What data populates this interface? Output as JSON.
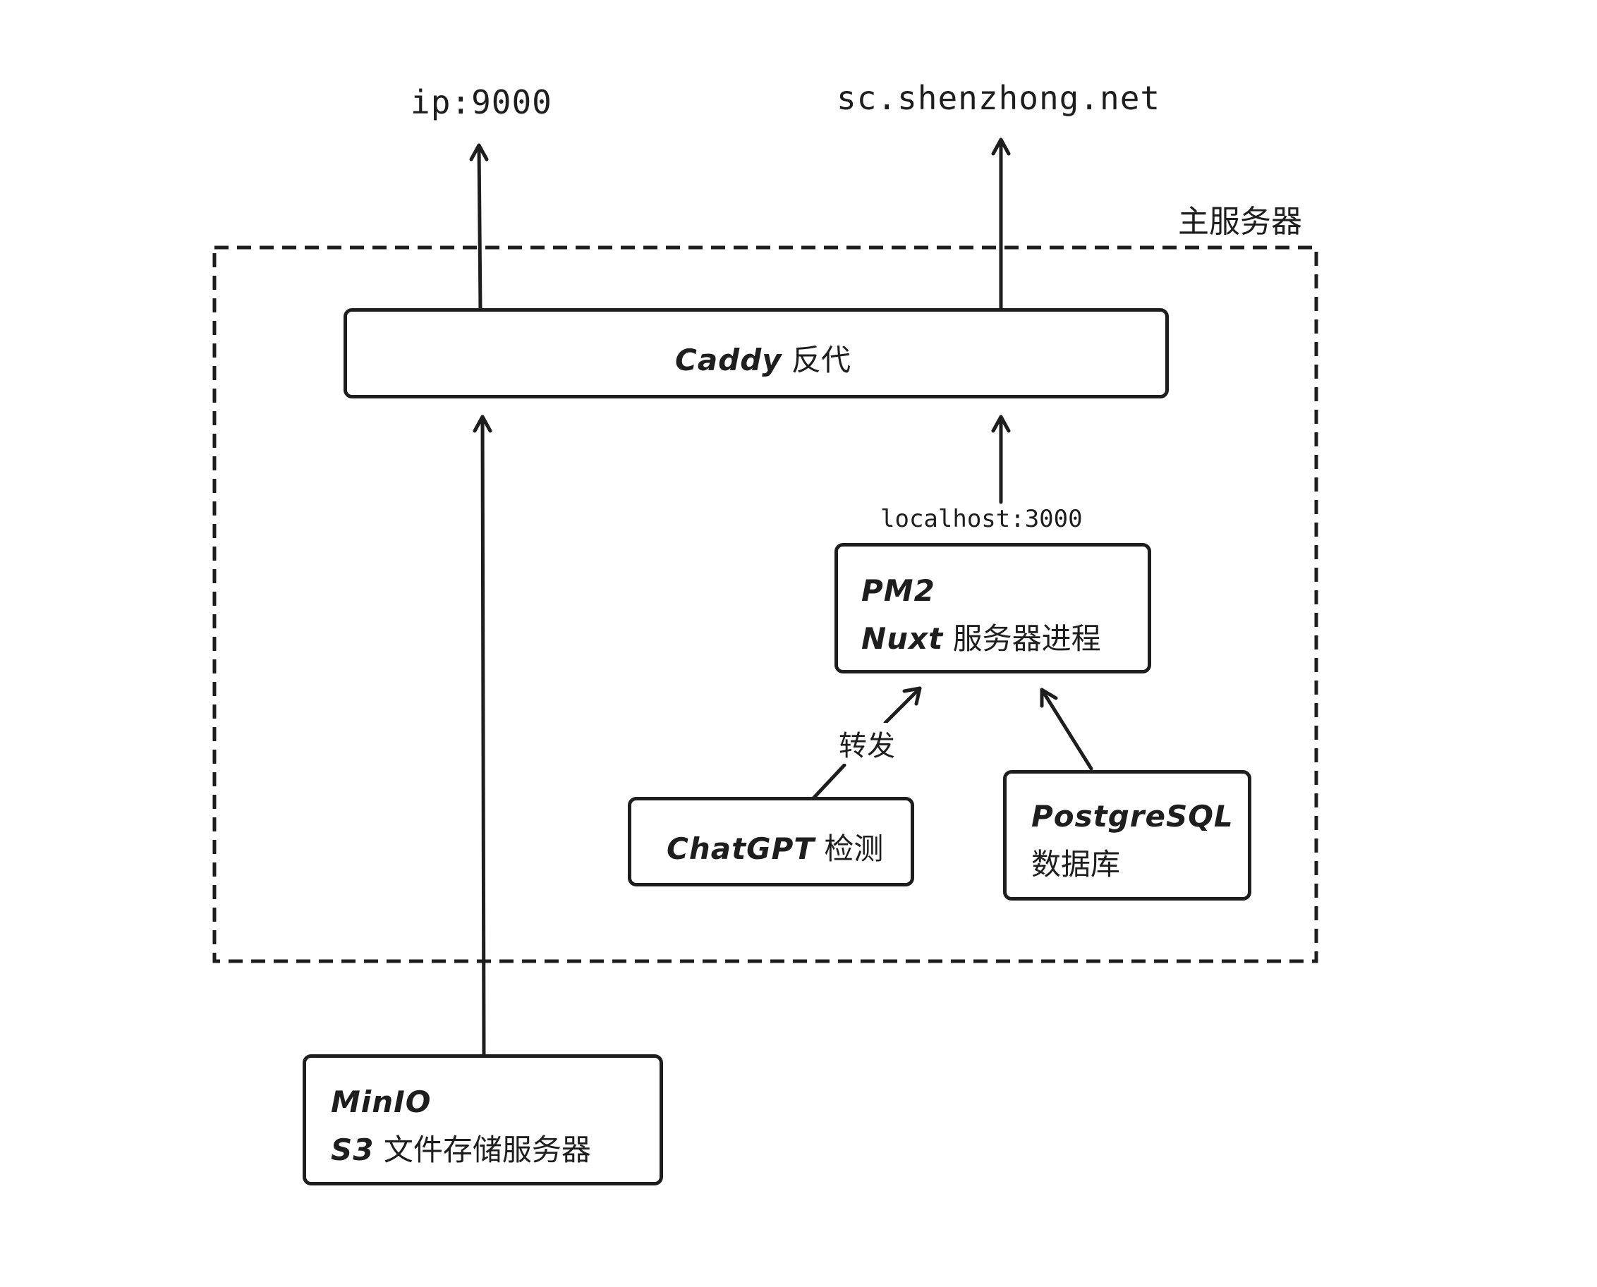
{
  "diagram": {
    "endpoints": {
      "ip": "ip:9000",
      "domain": "sc.shenzhong.net"
    },
    "group": {
      "label": "主服务器"
    },
    "caddy": {
      "name": "Caddy",
      "desc": "反代"
    },
    "pm2": {
      "port_label": "localhost:3000",
      "title": "PM2",
      "name": "Nuxt",
      "desc": "服务器进程"
    },
    "chatgpt": {
      "name": "ChatGPT",
      "desc": "检测",
      "edge_label": "转发"
    },
    "postgres": {
      "name": "PostgreSQL",
      "desc": "数据库"
    },
    "minio": {
      "title": "MinIO",
      "name": "S3",
      "desc": "文件存储服务器"
    }
  }
}
